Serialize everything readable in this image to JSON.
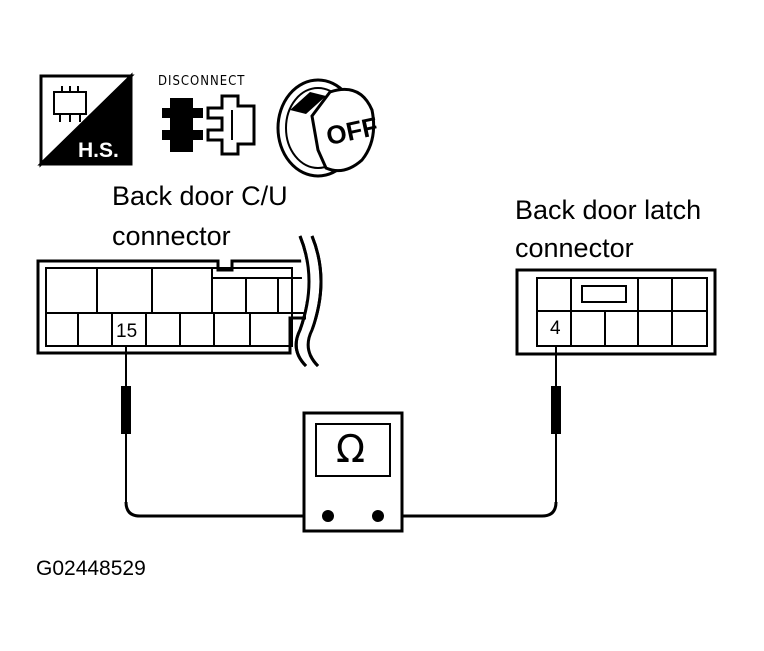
{
  "icons": {
    "hs_label": "H.S.",
    "disconnect_label": "DISCONNECT",
    "off_label": "OFF"
  },
  "left_connector": {
    "title_line1": "Back door C/U",
    "title_line2": "connector",
    "pin": "15"
  },
  "right_connector": {
    "title_line1": "Back door latch",
    "title_line2": "connector",
    "pin": "4"
  },
  "meter": {
    "symbol": "Ω"
  },
  "figure_id": "G02448529"
}
